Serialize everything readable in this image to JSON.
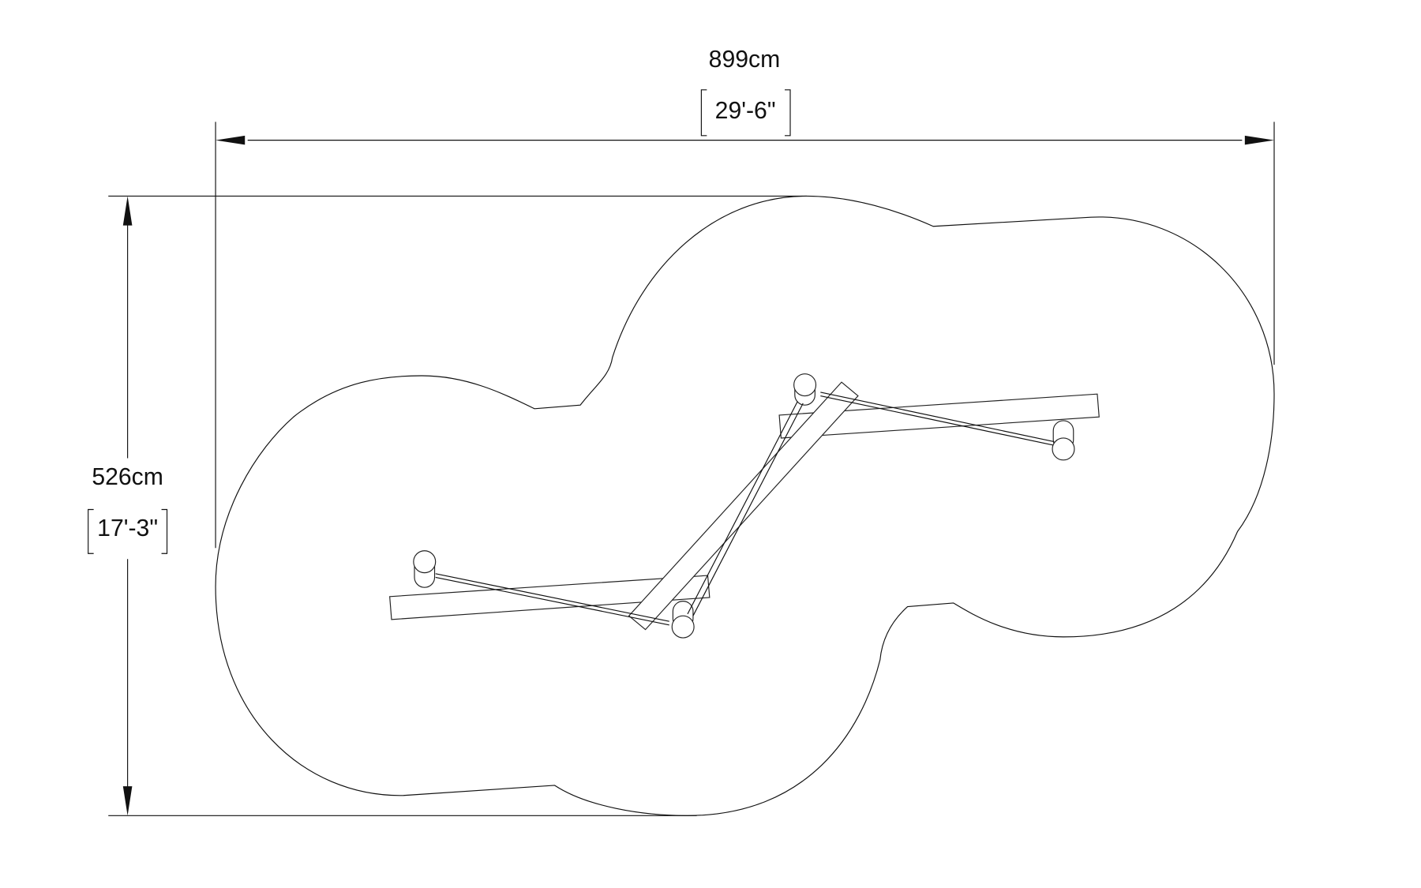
{
  "dimensions": {
    "width": {
      "metric": "899cm",
      "imperial": "29'-6\""
    },
    "height": {
      "metric": "526cm",
      "imperial": "17'-3\""
    }
  },
  "colors": {
    "line": "#111111",
    "background": "#ffffff"
  }
}
